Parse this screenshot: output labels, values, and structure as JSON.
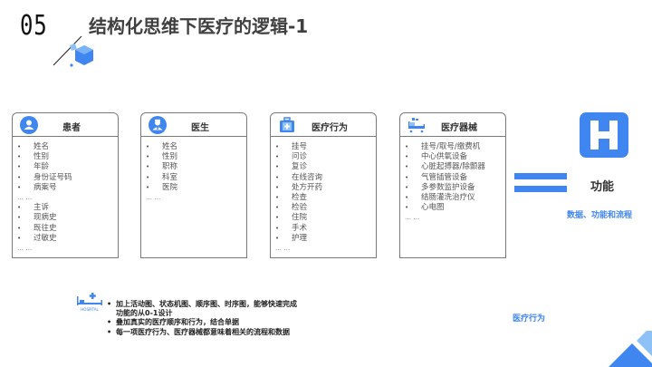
{
  "header": {
    "section_number": "05",
    "title": "结构化思维下医疗的逻辑-1"
  },
  "cards": [
    {
      "title": "患者",
      "icon": "user-group-icon",
      "items": [
        "姓名",
        "性别",
        "年龄",
        "身份证号码",
        "病案号",
        "… …",
        "主诉",
        "现病史",
        "既往史",
        "过敏史",
        "… …"
      ]
    },
    {
      "title": "医生",
      "icon": "doctor-icon",
      "items": [
        "姓名",
        "性别",
        "职称",
        "科室",
        "医院",
        "… …"
      ]
    },
    {
      "title": "医疗行为",
      "icon": "medical-kit-icon",
      "items": [
        "挂号",
        "问诊",
        "复诊",
        "在线咨询",
        "处方开药",
        "检查",
        "检验",
        "住院",
        "手术",
        "护理",
        "… …"
      ]
    },
    {
      "title": "医疗器械",
      "icon": "hospital-bed-icon",
      "items": [
        "挂号/取号/缴费机",
        "中心供氧设备",
        "心脏起搏器/除颤器",
        "气管插管设备",
        "多参数监护设备",
        "结肠灌洗治疗仪",
        "心电图",
        "… …"
      ]
    }
  ],
  "result": {
    "icon": "hospital-h-icon",
    "label": "功能",
    "sub_label": "数据、功能和流程"
  },
  "notes": {
    "icon_caption": "HOSPITAL",
    "lines": [
      {
        "bullet": true,
        "text": "加上活动图、状态机图、顺序图、时序图，能够快速完成"
      },
      {
        "bullet": false,
        "text": "功能的从0-1设计"
      },
      {
        "bullet": true,
        "text": "叠加真实的医疗顺序和行为，结合单据"
      },
      {
        "bullet": true,
        "text": "每一项医疗行为、医疗器械都意味着相关的流程和数据"
      }
    ]
  },
  "footer_label": "医疗行为",
  "colors": {
    "accent": "#3f86f0",
    "title": "#404040",
    "border": "#7a7a7a"
  }
}
